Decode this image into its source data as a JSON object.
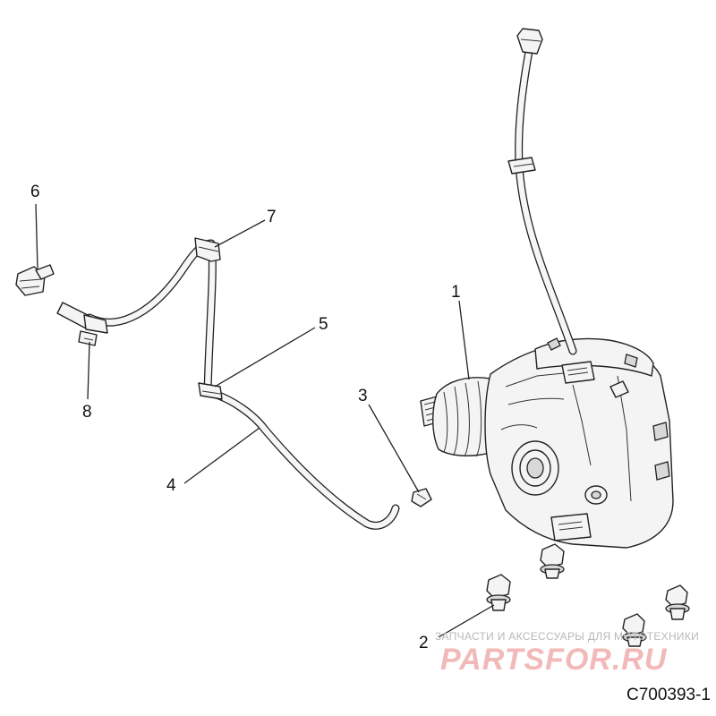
{
  "diagram": {
    "reference_code": "C700393-1",
    "callouts": [
      {
        "id": "1",
        "label": "1"
      },
      {
        "id": "2",
        "label": "2"
      },
      {
        "id": "3",
        "label": "3"
      },
      {
        "id": "4",
        "label": "4"
      },
      {
        "id": "5",
        "label": "5"
      },
      {
        "id": "6",
        "label": "6"
      },
      {
        "id": "7",
        "label": "7"
      },
      {
        "id": "8",
        "label": "8"
      }
    ]
  },
  "watermark": {
    "tagline": "ЗАПЧАСТИ И АКСЕССУАРЫ ДЛЯ МОТОТЕХНИКИ",
    "brand": "PARTSFOR.RU",
    "brand_color": "#f2b9b9"
  }
}
